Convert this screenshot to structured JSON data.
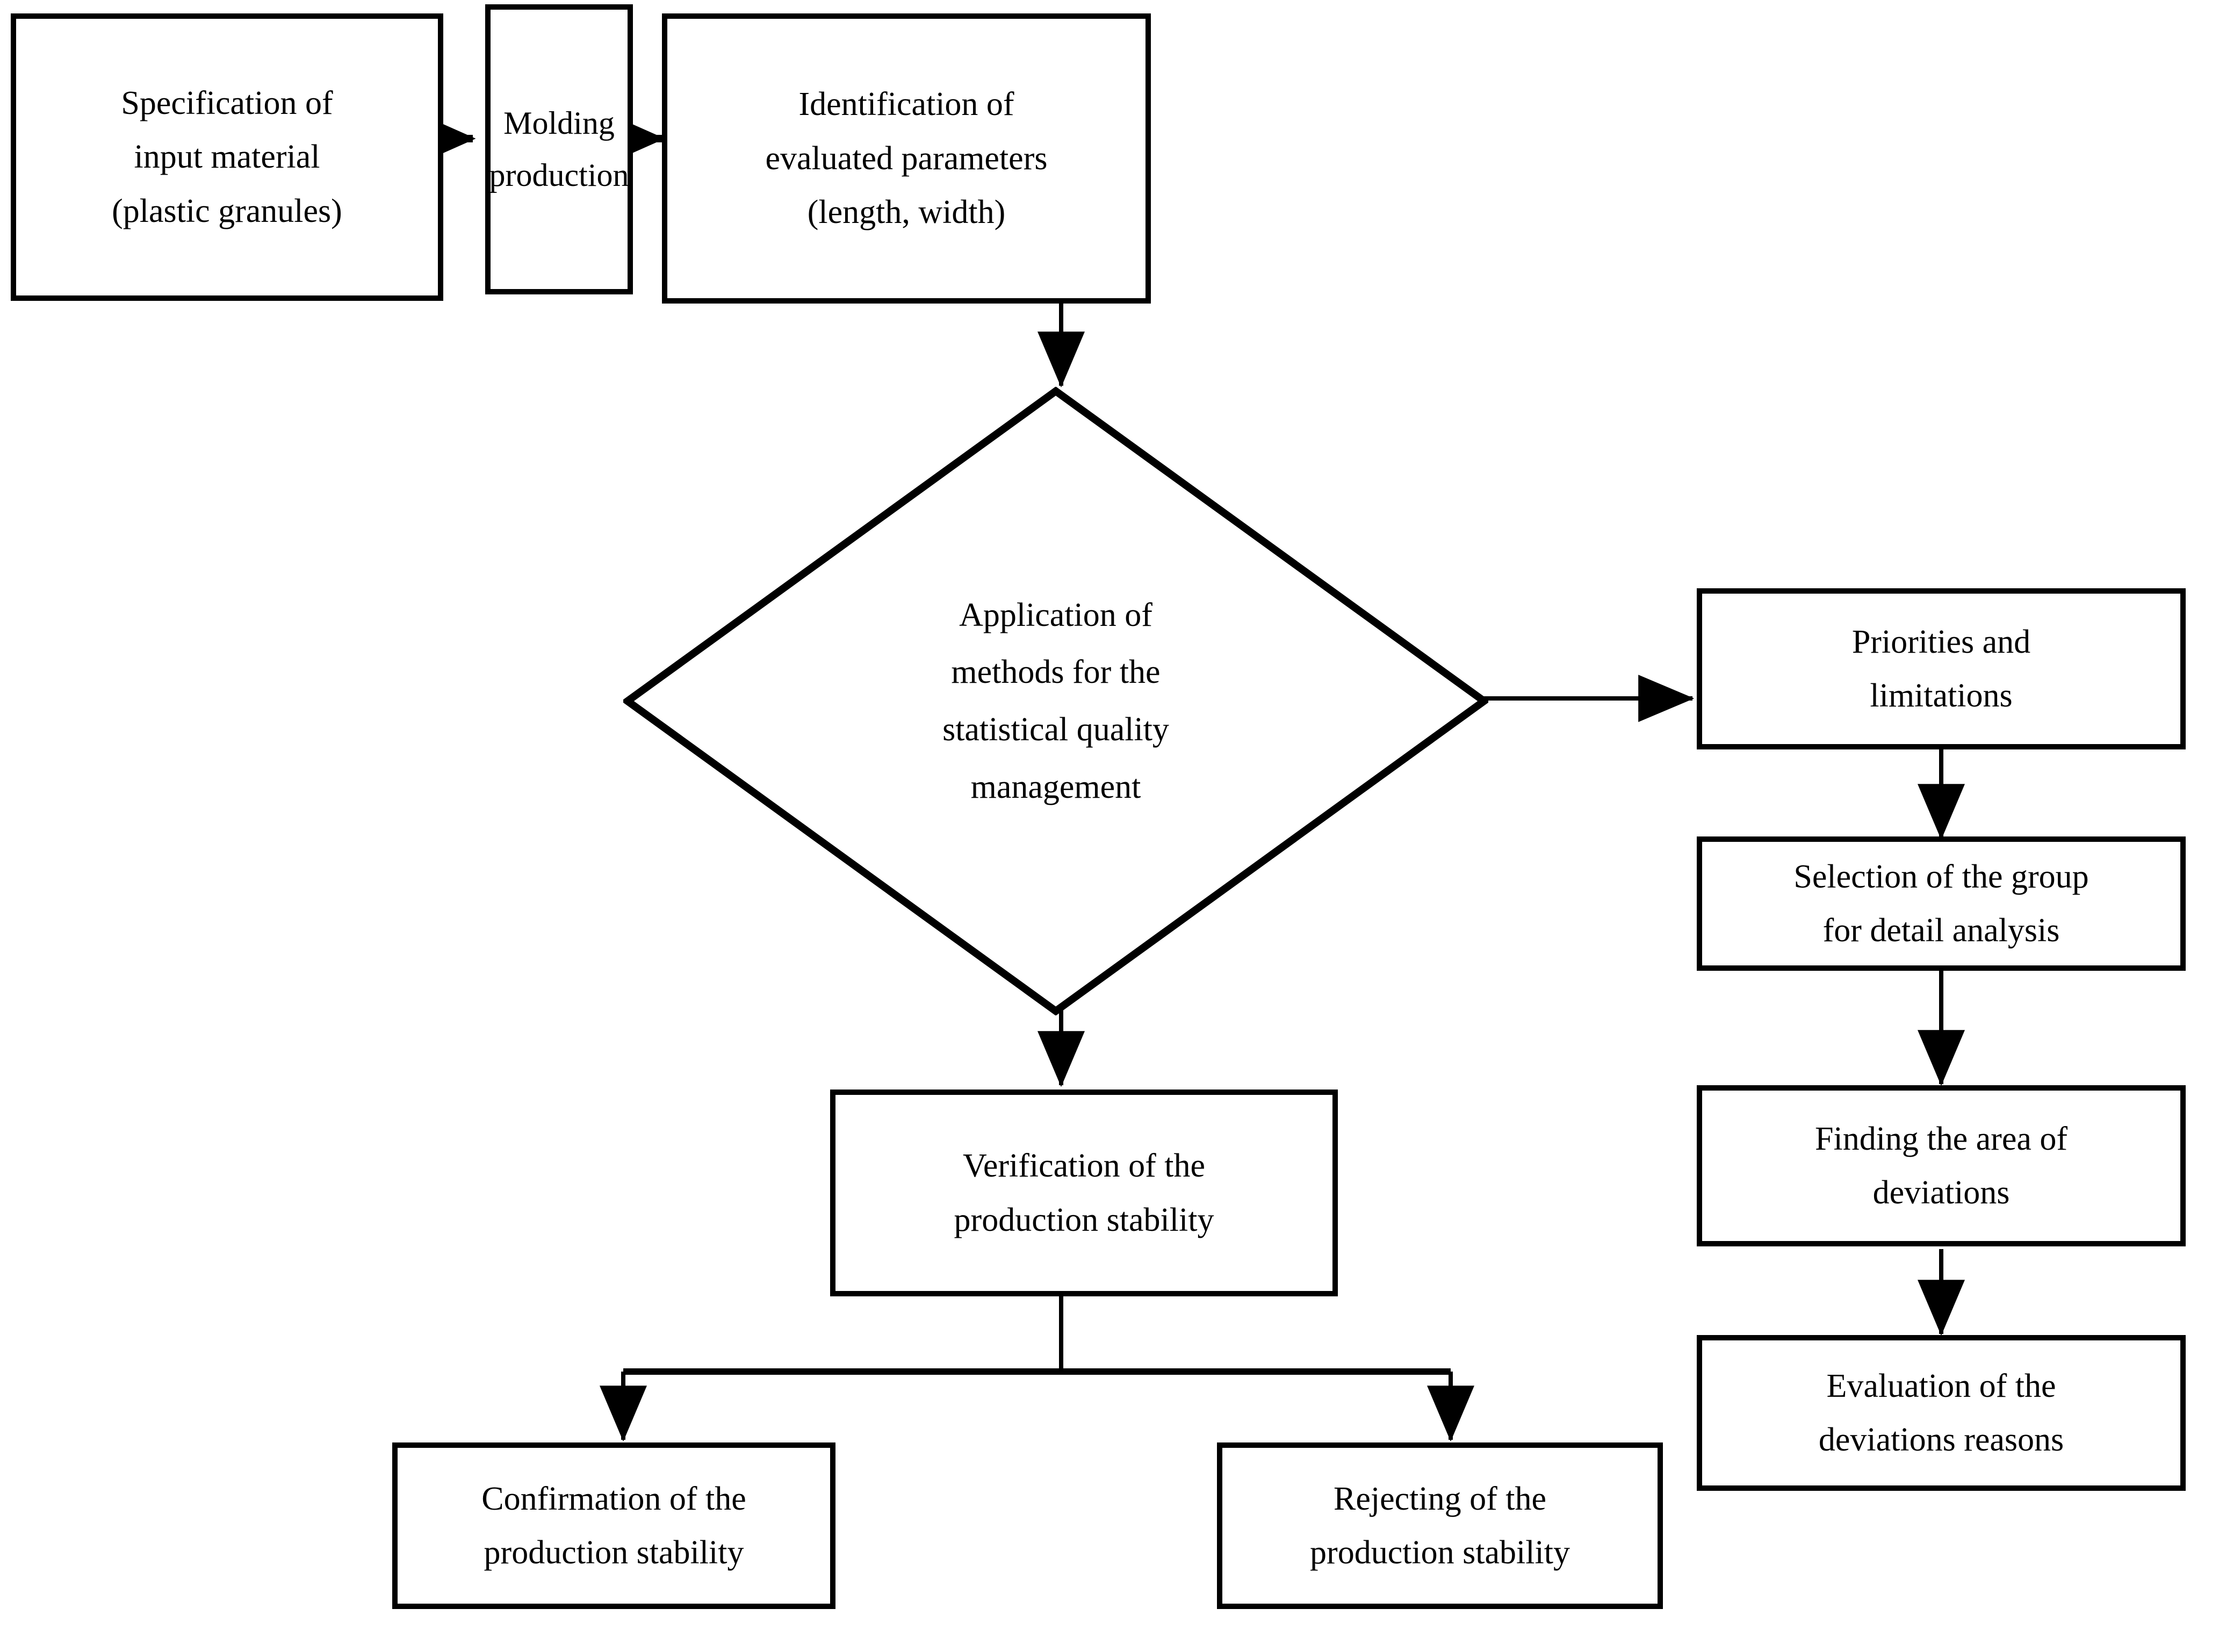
{
  "diagram": {
    "title": "Statistical quality management flowchart",
    "background_color": "#ffffff",
    "stroke_color": "#000000",
    "nodes": {
      "specification": {
        "shape": "rectangle",
        "lines": [
          "Specification of",
          "input material",
          "(plastic granules)"
        ]
      },
      "molding": {
        "shape": "rectangle",
        "lines": [
          "Molding",
          "production"
        ]
      },
      "identification": {
        "shape": "rectangle",
        "lines": [
          "Identification of",
          "evaluated parameters",
          "(length, width)"
        ]
      },
      "application": {
        "shape": "diamond",
        "lines": [
          "Application of",
          "methods for the",
          "statistical quality",
          "management"
        ]
      },
      "priorities": {
        "shape": "rectangle",
        "lines": [
          "Priorities and",
          "limitations"
        ]
      },
      "selection": {
        "shape": "rectangle",
        "lines": [
          "Selection of the group",
          "for detail analysis"
        ]
      },
      "finding": {
        "shape": "rectangle",
        "lines": [
          "Finding the area of",
          "deviations"
        ]
      },
      "evaluation": {
        "shape": "rectangle",
        "lines": [
          "Evaluation of the",
          "deviations reasons"
        ]
      },
      "verification": {
        "shape": "rectangle",
        "lines": [
          "Verification of the",
          "production stability"
        ]
      },
      "confirmation": {
        "shape": "rectangle",
        "lines": [
          "Confirmation of the",
          "production stability"
        ]
      },
      "rejecting": {
        "shape": "rectangle",
        "lines": [
          "Rejecting of the",
          "production stability"
        ]
      }
    },
    "edges": [
      {
        "from": "specification",
        "to": "molding",
        "direction": "right"
      },
      {
        "from": "molding",
        "to": "identification",
        "direction": "right"
      },
      {
        "from": "identification",
        "to": "application",
        "direction": "down"
      },
      {
        "from": "application",
        "to": "priorities",
        "direction": "right"
      },
      {
        "from": "application",
        "to": "verification",
        "direction": "down"
      },
      {
        "from": "priorities",
        "to": "selection",
        "direction": "down"
      },
      {
        "from": "selection",
        "to": "finding",
        "direction": "down"
      },
      {
        "from": "finding",
        "to": "evaluation",
        "direction": "down"
      },
      {
        "from": "verification",
        "to": "confirmation",
        "direction": "down-split-left"
      },
      {
        "from": "verification",
        "to": "rejecting",
        "direction": "down-split-right"
      }
    ]
  }
}
